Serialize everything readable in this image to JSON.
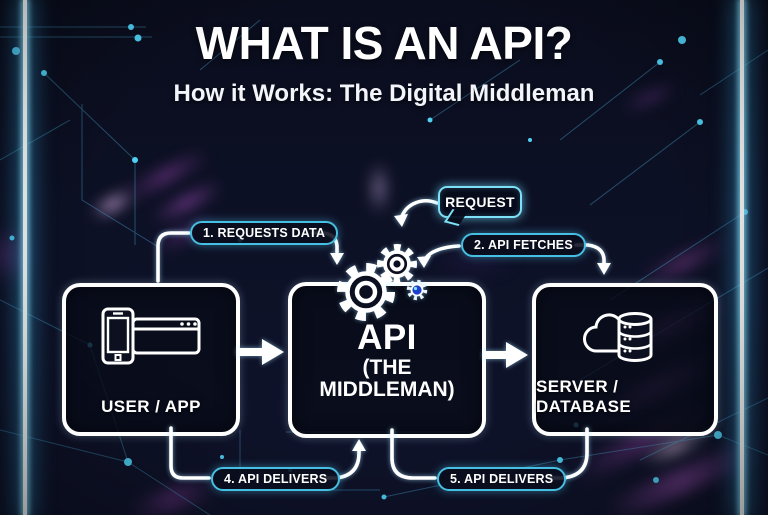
{
  "header": {
    "title": "WHAT IS AN API?",
    "subtitle": "How it Works: The Digital Middleman"
  },
  "diagram": {
    "request_bubble": "REQUEST",
    "steps": {
      "step1": "1. REQUESTS DATA",
      "step2": "2. API FETCHES",
      "step4": "4. API DELIVERS",
      "step5": "5. API DELIVERS"
    },
    "nodes": {
      "user": {
        "label": "USER / APP",
        "icon": "smartphone-browser-icon"
      },
      "api": {
        "label": "API",
        "sublabel": "(THE MIDDLEMAN)",
        "icon": "gears-icon"
      },
      "server": {
        "label": "SERVER / DATABASE",
        "icon": "cloud-database-icon"
      }
    }
  },
  "colors": {
    "background": "#0d1126",
    "accent_cyan": "#5bd7f5",
    "pill_border": "#46bfe3",
    "line_white": "#ffffff",
    "purple_glow": "#7c3f95"
  }
}
